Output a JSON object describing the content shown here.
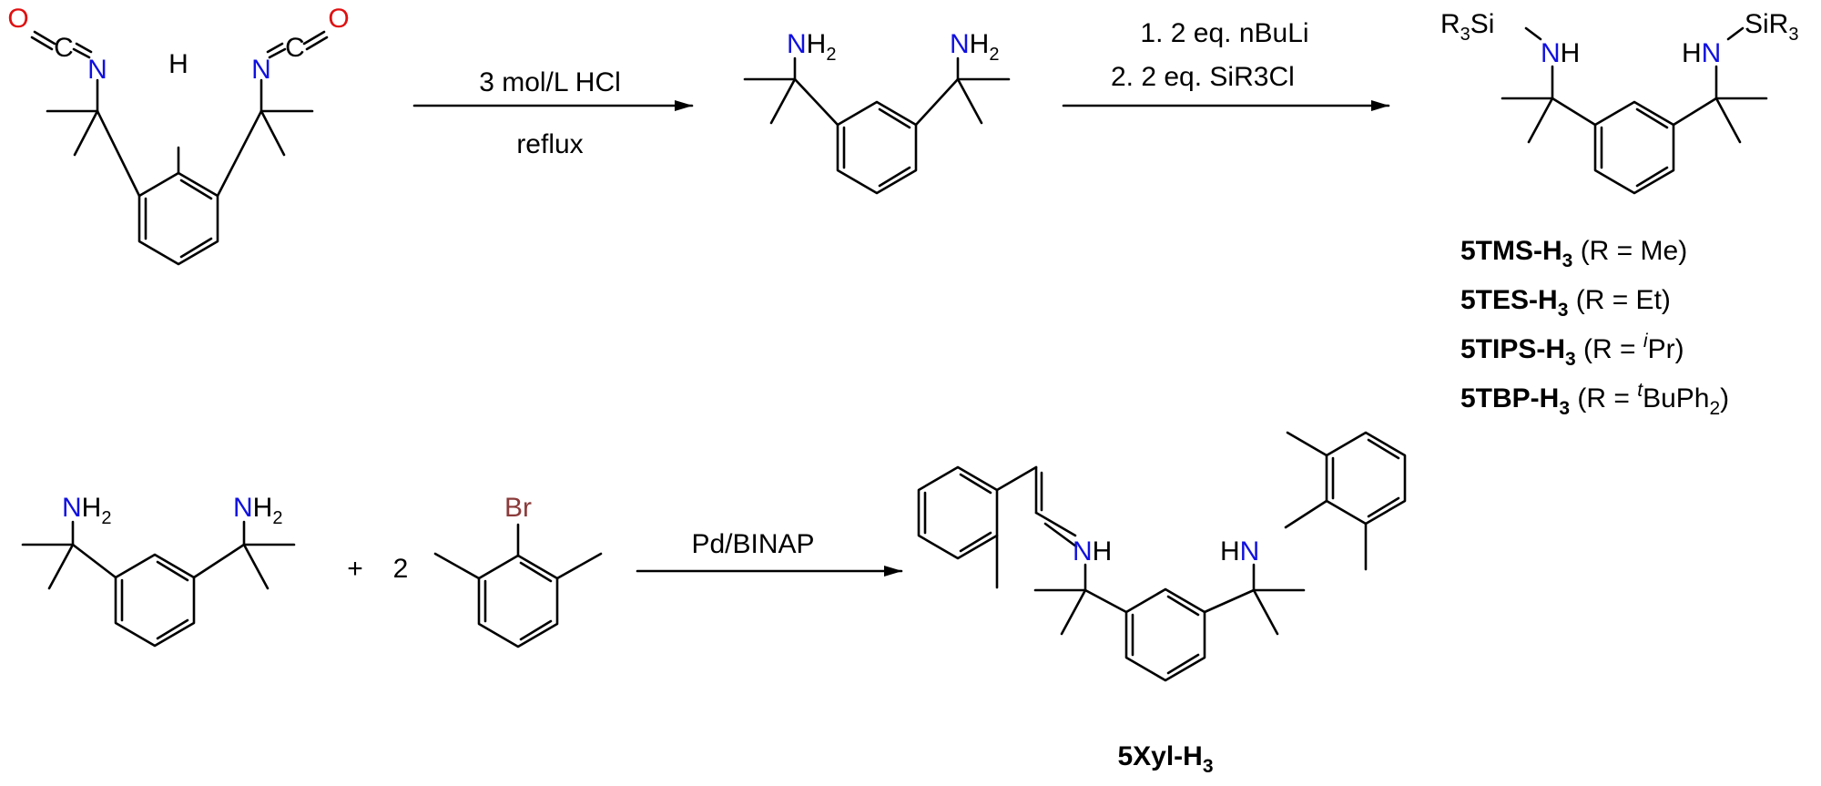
{
  "scheme_title": "Synthesis of protio ligands",
  "arrows": {
    "step1": {
      "above": "3 mol/L HCl",
      "below": "reflux"
    },
    "step2": {
      "line1": "1. 2 eq. nBuLi",
      "line2": "2. 2 eq. SiR3Cl"
    },
    "step3": {
      "above": "Pd/BINAP"
    }
  },
  "atoms": {
    "nitrogen": "N",
    "oxygen": "O",
    "carbon": "C",
    "hydrogen": "H",
    "nh": "NH",
    "hn": "HN",
    "nh2": "NH2",
    "bromine": "Br",
    "silyl": "R3Si",
    "silyl_right": "SiR3"
  },
  "reaction2": {
    "plus": "+",
    "equivalents": "2"
  },
  "products": [
    {
      "name": "5TMS-H3",
      "substituent": "(R = Me)"
    },
    {
      "name": "5TES-H3",
      "substituent": "(R = Et)"
    },
    {
      "name": "5TIPS-H3",
      "substituent": "(R = iPr)"
    },
    {
      "name": "5TBP-H3",
      "substituent": "(R = tBuPh2)"
    }
  ],
  "product2": {
    "name": "5Xyl-H3"
  }
}
